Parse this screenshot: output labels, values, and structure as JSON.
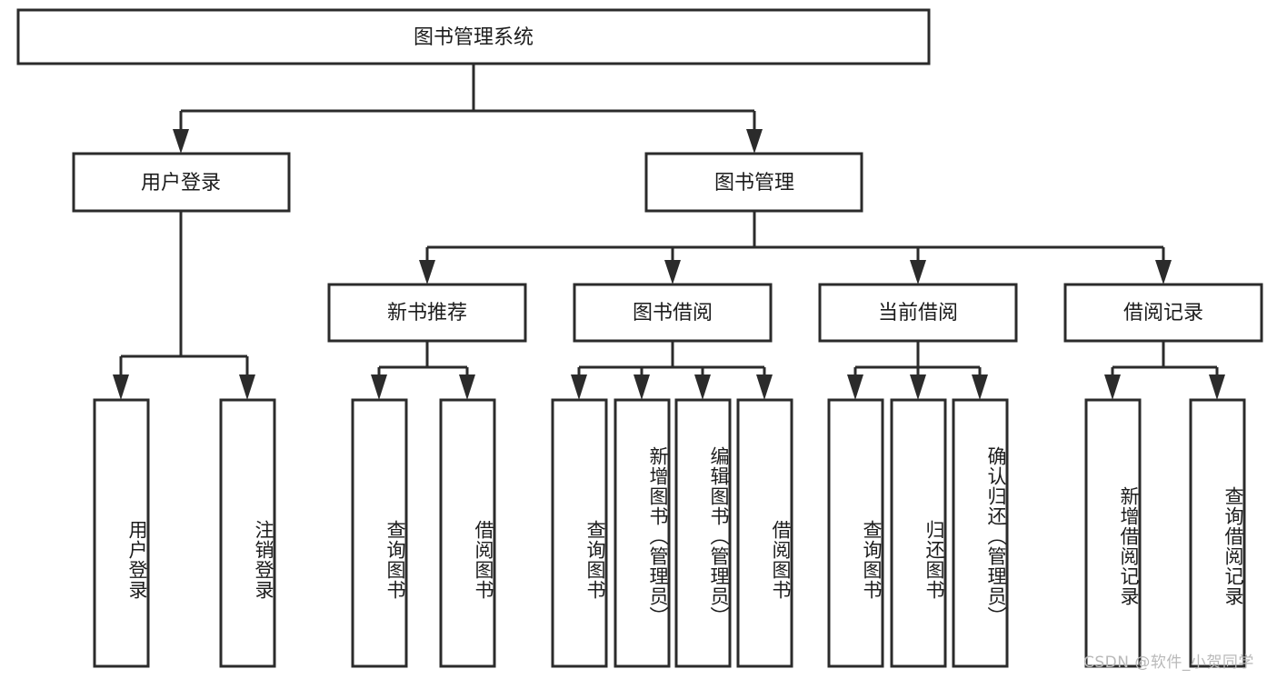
{
  "diagram": {
    "type": "tree-hierarchy",
    "title": "图书管理系统",
    "root": {
      "id": "root",
      "label": "图书管理系统",
      "level": 0
    },
    "level1": [
      {
        "id": "user-login",
        "label": "用户登录",
        "level": 1
      },
      {
        "id": "book-management",
        "label": "图书管理",
        "level": 1
      }
    ],
    "level2": [
      {
        "id": "new-book-recommend",
        "label": "新书推荐",
        "parent": "book-management",
        "level": 2
      },
      {
        "id": "book-borrow",
        "label": "图书借阅",
        "parent": "book-management",
        "level": 2
      },
      {
        "id": "current-borrow",
        "label": "当前借阅",
        "parent": "book-management",
        "level": 2
      },
      {
        "id": "borrow-record",
        "label": "借阅记录",
        "parent": "book-management",
        "level": 2
      }
    ],
    "leaves": [
      {
        "id": "leaf-user-login",
        "label": "用户登录",
        "parent": "user-login"
      },
      {
        "id": "leaf-logout-login",
        "label": "注销登录",
        "parent": "user-login"
      },
      {
        "id": "leaf-query-book-1",
        "label": "查询图书",
        "parent": "new-book-recommend"
      },
      {
        "id": "leaf-borrow-book-1",
        "label": "借阅图书",
        "parent": "new-book-recommend"
      },
      {
        "id": "leaf-query-book-2",
        "label": "查询图书",
        "parent": "book-borrow"
      },
      {
        "id": "leaf-add-book",
        "label": "新增图书（管理员）",
        "parent": "book-borrow"
      },
      {
        "id": "leaf-edit-book",
        "label": "编辑图书（管理员）",
        "parent": "book-borrow"
      },
      {
        "id": "leaf-borrow-book-2",
        "label": "借阅图书",
        "parent": "book-borrow"
      },
      {
        "id": "leaf-query-book-3",
        "label": "查询图书",
        "parent": "current-borrow"
      },
      {
        "id": "leaf-return-book",
        "label": "归还图书",
        "parent": "current-borrow"
      },
      {
        "id": "leaf-confirm-return",
        "label": "确认归还（管理员）",
        "parent": "current-borrow"
      },
      {
        "id": "leaf-add-record",
        "label": "新增借阅记录",
        "parent": "borrow-record"
      },
      {
        "id": "leaf-query-record",
        "label": "查询借阅记录",
        "parent": "borrow-record"
      }
    ]
  },
  "watermark": {
    "text": "CSDN @软件_小贺同学"
  },
  "colors": {
    "stroke": "#2b2b2b",
    "fill": "#ffffff",
    "text": "#1c1c1c",
    "watermark": "#b9b9b9"
  }
}
